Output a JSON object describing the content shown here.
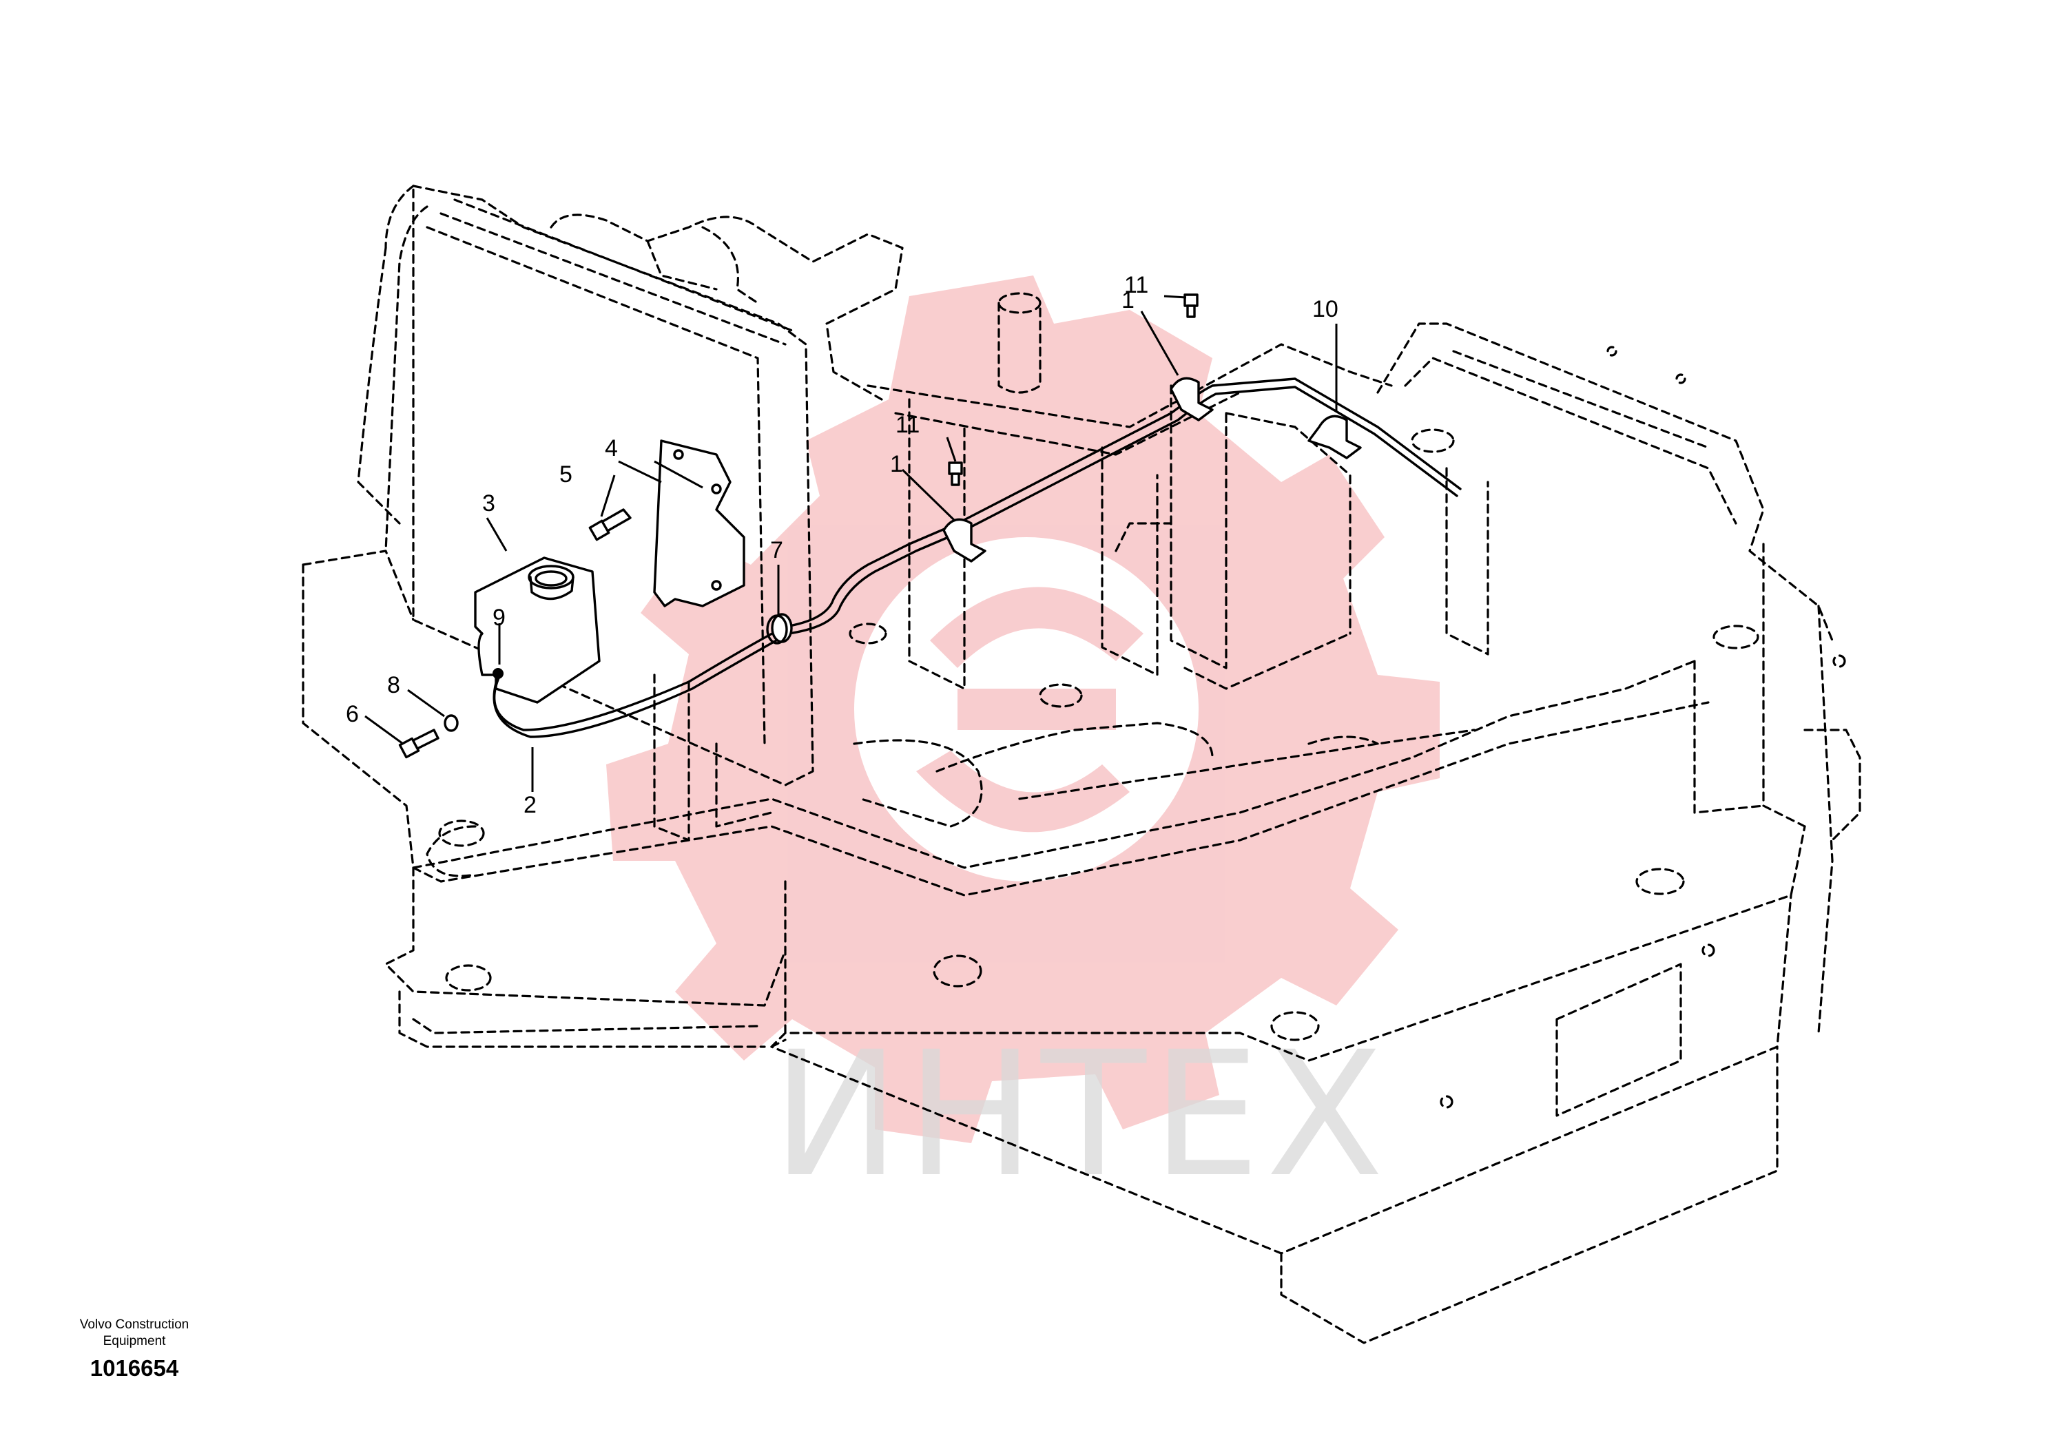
{
  "watermark": {
    "text": "ИНТЕХ",
    "gear_color": "#f4a6a8",
    "text_color": "#d9d9d9",
    "icon": "gear-logo-icon"
  },
  "callouts": [
    {
      "id": "callout-1a",
      "label": "1"
    },
    {
      "id": "callout-1b",
      "label": "1"
    },
    {
      "id": "callout-2",
      "label": "2"
    },
    {
      "id": "callout-3",
      "label": "3"
    },
    {
      "id": "callout-4",
      "label": "4"
    },
    {
      "id": "callout-5",
      "label": "5"
    },
    {
      "id": "callout-6",
      "label": "6"
    },
    {
      "id": "callout-7",
      "label": "7"
    },
    {
      "id": "callout-8",
      "label": "8"
    },
    {
      "id": "callout-9",
      "label": "9"
    },
    {
      "id": "callout-10",
      "label": "10"
    },
    {
      "id": "callout-11a",
      "label": "11"
    },
    {
      "id": "callout-11b",
      "label": "11"
    }
  ],
  "footer": {
    "brand_line1": "Volvo Construction",
    "brand_line2": "Equipment",
    "doc_number": "1016654"
  }
}
